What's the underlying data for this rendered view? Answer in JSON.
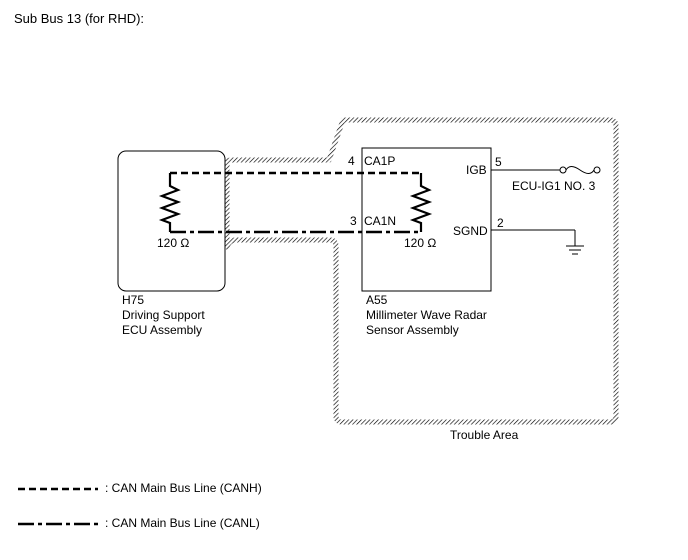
{
  "title": "Sub Bus 13 (for RHD):",
  "components": {
    "h75": {
      "code": "H75",
      "name_line1": "Driving Support",
      "name_line2": "ECU Assembly",
      "resistor": "120 Ω"
    },
    "a55": {
      "code": "A55",
      "name_line1": "Millimeter Wave Radar",
      "name_line2": "Sensor Assembly",
      "resistor": "120 Ω",
      "pins": {
        "ca1p_num": "4",
        "ca1p_label": "CA1P",
        "ca1n_num": "3",
        "ca1n_label": "CA1N",
        "igb_label": "IGB",
        "igb_num": "5",
        "sgnd_label": "SGND",
        "sgnd_num": "2"
      }
    }
  },
  "fuse_label": "ECU-IG1 NO. 3",
  "trouble_area_label": "Trouble Area",
  "legend": {
    "canh": ": CAN Main Bus Line (CANH)",
    "canl": ": CAN Main Bus Line (CANL)"
  },
  "colors": {
    "line": "#000000",
    "hatch": "#555555",
    "background": "#ffffff"
  }
}
